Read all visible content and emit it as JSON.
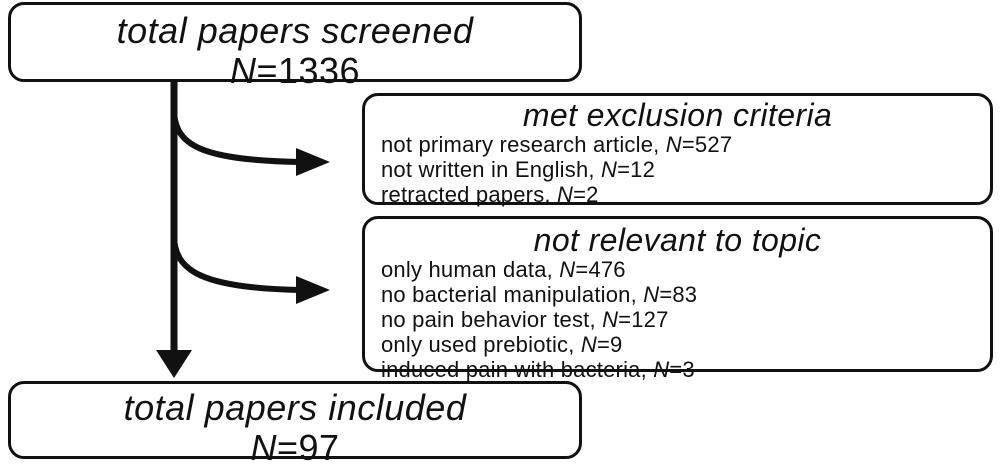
{
  "top_box": {
    "title": "total papers screened",
    "n_label": "N",
    "n_value": "=1336"
  },
  "exclusion_box": {
    "title": "met exclusion criteria",
    "items": [
      {
        "text": "not primary research article, ",
        "n_label": "N",
        "n_value": "=527"
      },
      {
        "text": "not written in English, ",
        "n_label": "N",
        "n_value": "=12"
      },
      {
        "text": "retracted papers, ",
        "n_label": "N",
        "n_value": "=2"
      }
    ]
  },
  "relevance_box": {
    "title": "not relevant to topic",
    "items": [
      {
        "text": "only human data, ",
        "n_label": "N",
        "n_value": "=476"
      },
      {
        "text": "no bacterial manipulation, ",
        "n_label": "N",
        "n_value": "=83"
      },
      {
        "text": "no pain behavior test, ",
        "n_label": "N",
        "n_value": "=127"
      },
      {
        "text": "only used prebiotic, ",
        "n_label": "N",
        "n_value": "=9"
      },
      {
        "text": "induced pain with bacteria, ",
        "n_label": "N",
        "n_value": "=3"
      }
    ]
  },
  "bottom_box": {
    "title": "total papers included",
    "n_label": "N",
    "n_value": "=97"
  }
}
